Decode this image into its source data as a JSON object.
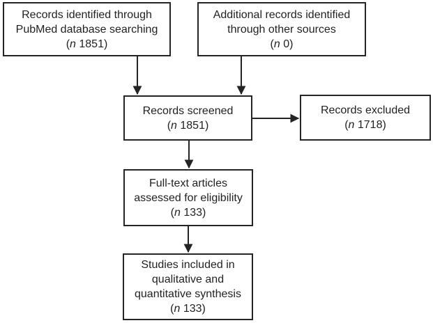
{
  "colors": {
    "background": "#ffffff",
    "line": "#262324",
    "text": "#231f20"
  },
  "boxes": {
    "identified": {
      "lines": [
        "Records identified through",
        "PubMed database searching"
      ],
      "n_open": "(",
      "n_italic": "n",
      "n_rest": " 1851)"
    },
    "additional": {
      "lines": [
        "Additional records identified",
        "through other sources"
      ],
      "n_open": "(",
      "n_italic": "n",
      "n_rest": " 0)"
    },
    "screened": {
      "lines": [
        "Records screened"
      ],
      "n_open": "(",
      "n_italic": "n",
      "n_rest": " 1851)"
    },
    "excluded": {
      "lines": [
        "Records excluded"
      ],
      "n_open": "(",
      "n_italic": "n",
      "n_rest": " 1718)"
    },
    "fulltext": {
      "lines": [
        "Full-text articles",
        "assessed for eligibility"
      ],
      "n_open": "(",
      "n_italic": "n",
      "n_rest": " 133)"
    },
    "included": {
      "lines": [
        "Studies included in",
        "qualitative and",
        "quantitative synthesis"
      ],
      "n_open": "(",
      "n_italic": "n",
      "n_rest": " 133)"
    }
  }
}
